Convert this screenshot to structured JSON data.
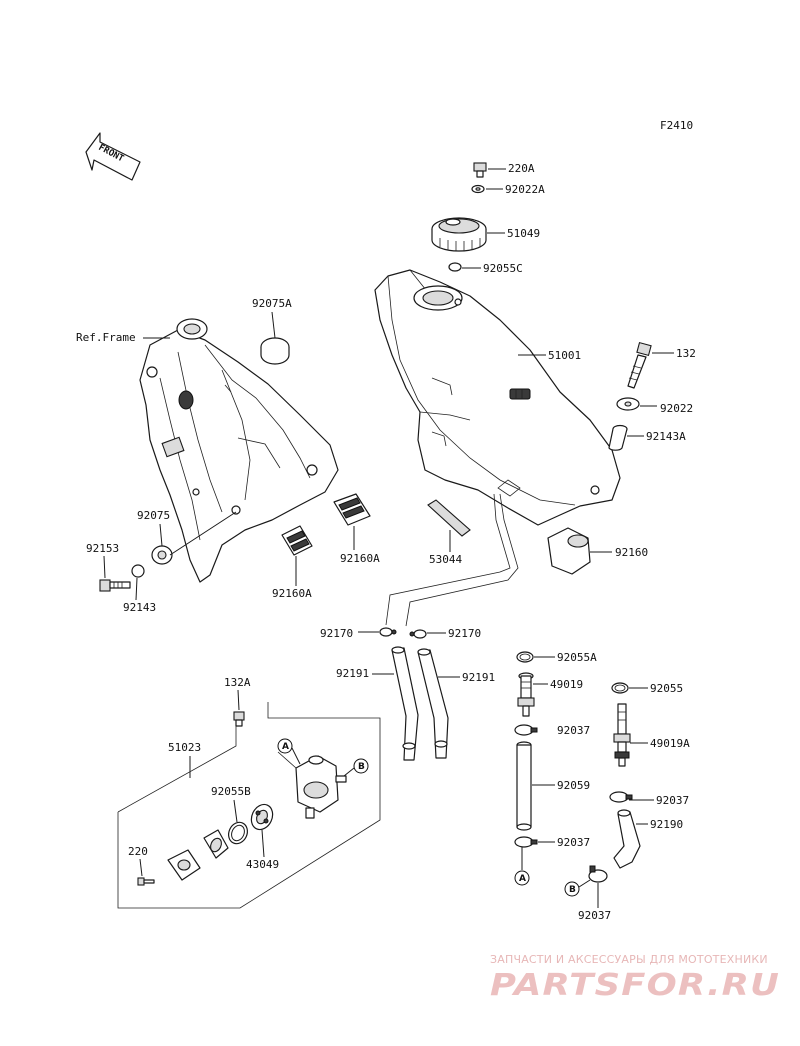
{
  "diagram_code": "F2410",
  "front_arrow_text": "FRONT",
  "callouts": {
    "ref_frame": "Ref.Frame",
    "c92075A": "92075A",
    "c92075": "92075",
    "c92153": "92153",
    "c92143": "92143",
    "c92160A_left": "92160A",
    "c92160A_right": "92160A",
    "c53044": "53044",
    "c220A": "220A",
    "c92022A": "92022A",
    "c51049": "51049",
    "c92055C": "92055C",
    "c51001": "51001",
    "c132": "132",
    "c92022": "92022",
    "c92143A": "92143A",
    "c92160": "92160",
    "c92170_left": "92170",
    "c92170_right": "92170",
    "c92191_left": "92191",
    "c92191_right": "92191",
    "c132A": "132A",
    "c51023": "51023",
    "c92055B": "92055B",
    "c43049": "43049",
    "c220": "220",
    "c92055A": "92055A",
    "c49019": "49019",
    "c92055": "92055",
    "c92037_a": "92037",
    "c49019A": "49019A",
    "c92059": "92059",
    "c92037_b": "92037",
    "c92190": "92190",
    "c92037_c": "92037",
    "c92037_d": "92037"
  },
  "markers": {
    "a_upper": "A",
    "b_upper": "B",
    "a_lower": "A",
    "b_lower": "B"
  },
  "watermark": {
    "line1": "ЗАПЧАСТИ И АКСЕССУАРЫ ДЛЯ МОТОТЕХНИКИ",
    "line2": "PARTSFOR.RU"
  }
}
